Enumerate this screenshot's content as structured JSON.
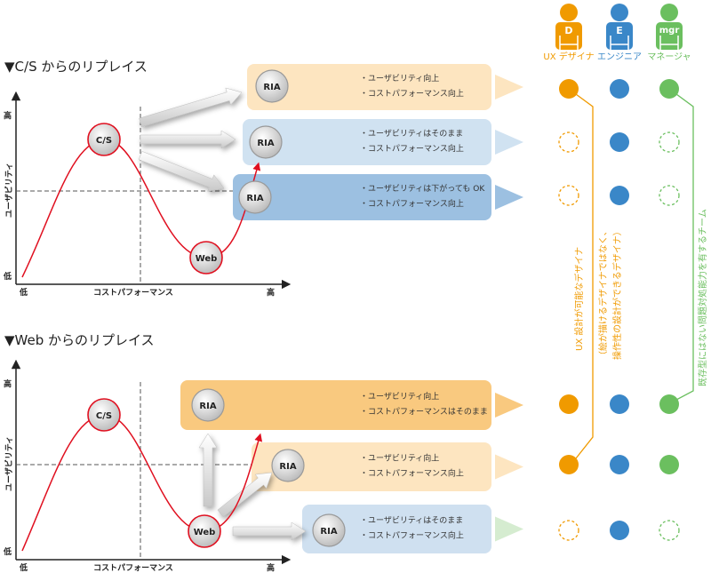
{
  "colors": {
    "designer": "#f09a00",
    "engineer": "#3a87c8",
    "manager": "#6bbf5f",
    "curve": "#e01020"
  },
  "personas": [
    {
      "letter": "D",
      "label": "UX デザイナ"
    },
    {
      "letter": "E",
      "label": "エンジニア"
    },
    {
      "letter": "mgr",
      "label": "マネージャ"
    }
  ],
  "sections": [
    {
      "title": "▼C/S からのリプレイス",
      "axis": {
        "y_label": "ユーザビリティ",
        "y_high": "高",
        "y_low": "低",
        "x_label": "コストパフォーマンス",
        "x_low": "低",
        "x_high": "高"
      },
      "nodes": {
        "peak": "C/S",
        "trough": "Web"
      },
      "options": [
        {
          "node": "RIA",
          "lines": [
            "・ユーザビリティ向上",
            "・コストパフォーマンス向上"
          ],
          "dots": [
            "filled",
            "filled",
            "filled"
          ]
        },
        {
          "node": "RIA",
          "lines": [
            "・ユーザビリティはそのまま",
            "・コストパフォーマンス向上"
          ],
          "dots": [
            "dashed",
            "filled",
            "dashed"
          ]
        },
        {
          "node": "RIA",
          "lines": [
            "・ユーザビリティは下がっても OK",
            "・コストパフォーマンス向上"
          ],
          "dots": [
            "dashed",
            "filled",
            "dashed"
          ]
        }
      ]
    },
    {
      "title": "▼Web からのリプレイス",
      "axis": {
        "y_label": "ユーザビリティ",
        "y_high": "高",
        "y_low": "低",
        "x_label": "コストパフォーマンス",
        "x_low": "低",
        "x_high": "高"
      },
      "nodes": {
        "peak": "C/S",
        "trough": "Web"
      },
      "options": [
        {
          "node": "RIA",
          "lines": [
            "・ユーザビリティ向上",
            "・コストパフォーマンスはそのまま"
          ],
          "dots": [
            "filled",
            "filled",
            "filled"
          ]
        },
        {
          "node": "RIA",
          "lines": [
            "・ユーザビリティ向上",
            "・コストパフォーマンス向上"
          ],
          "dots": [
            "filled",
            "filled",
            "filled"
          ]
        },
        {
          "node": "RIA",
          "lines": [
            "・ユーザビリティはそのまま",
            "・コストパフォーマンス向上"
          ],
          "dots": [
            "dashed",
            "filled",
            "dashed"
          ]
        }
      ]
    }
  ],
  "notes": {
    "designer": "UX 設計が可能なデザイナ",
    "designer_sub1": "（絵が描けるデザイナではなく、",
    "designer_sub2": "操作性の設計ができるデザイナ）",
    "manager": "既存型にはない問題対処能力を有するチーム"
  }
}
